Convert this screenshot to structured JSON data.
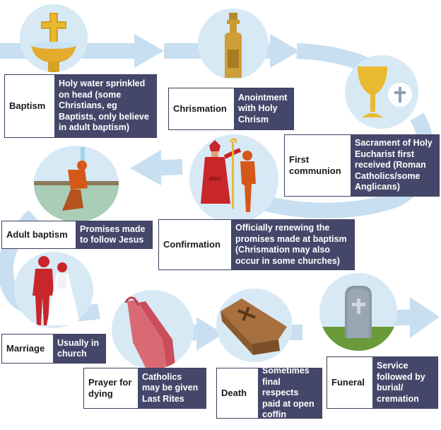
{
  "stages": [
    {
      "id": "baptism",
      "name": "Baptism",
      "description": "Holy water sprinkled on head (some Christians, eg Baptists, only believe in adult baptism)",
      "icon": "font-cross-icon"
    },
    {
      "id": "chrismation",
      "name": "Chrismation",
      "description": "Anointment with Holy Chrism",
      "icon": "oil-bottle-icon"
    },
    {
      "id": "first-communion",
      "name": "First communion",
      "description": "Sacrament of Holy Eucharist first received (Roman Catholics/some Anglicans)",
      "icon": "chalice-host-icon"
    },
    {
      "id": "confirmation",
      "name": "Confirmation",
      "description": "Officially renewing the promises made at baptism (Chrismation may also occur in some churches)",
      "icon": "bishop-blessing-icon"
    },
    {
      "id": "adult-baptism",
      "name": "Adult baptism",
      "description": "Promises made to follow Jesus",
      "icon": "immersion-icon"
    },
    {
      "id": "marriage",
      "name": "Marriage",
      "description": "Usually in church",
      "icon": "wedding-couple-icon"
    },
    {
      "id": "prayer-for-dying",
      "name": "Prayer for dying",
      "description": "Catholics may be given Last Rites",
      "icon": "praying-hands-icon"
    },
    {
      "id": "death",
      "name": "Death",
      "description": "Sometimes final respects paid at open coffin",
      "icon": "coffin-icon"
    },
    {
      "id": "funeral",
      "name": "Funeral",
      "description": "Service followed by burial/ cremation",
      "icon": "gravestone-icon"
    }
  ],
  "colors": {
    "flow": "#c7dff0",
    "circle": "#d7e9f5",
    "box": "#45476a",
    "gold": "#e9b92f",
    "red": "#c8262a",
    "orange": "#d5581a",
    "grass": "#6a9a3a",
    "coffin": "#a8703f"
  }
}
